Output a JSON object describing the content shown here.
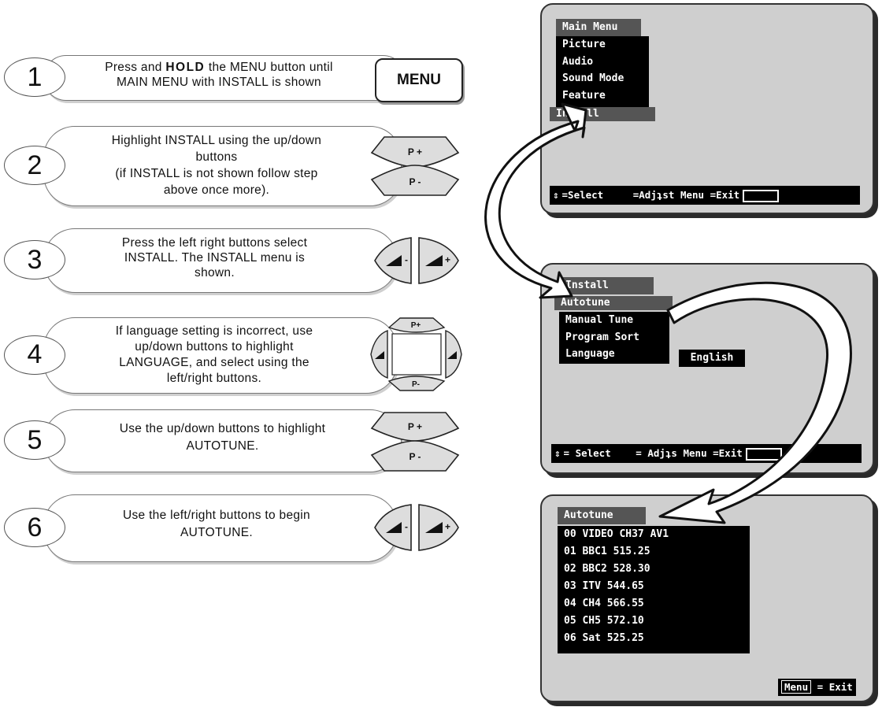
{
  "steps": [
    {
      "number": "1",
      "text_a": "Press and ",
      "text_bold": "HOLD",
      "text_b": " the MENU button until",
      "text_c": "MAIN MENU with INSTALL is shown"
    },
    {
      "number": "2",
      "lines": [
        "Highlight INSTALL  using the up/down",
        "buttons",
        "(if INSTALL is not shown follow step",
        "above once more)."
      ]
    },
    {
      "number": "3",
      "lines": [
        "Press the left right buttons select",
        "INSTALL. The INSTALL menu  is",
        "shown."
      ]
    },
    {
      "number": "4",
      "lines": [
        "If language setting is incorrect, use",
        "up/down buttons to highlight",
        "LANGUAGE,  and select using the",
        "left/right buttons."
      ]
    },
    {
      "number": "5",
      "lines": [
        "Use the up/down buttons to highlight",
        "AUTOTUNE."
      ]
    },
    {
      "number": "6",
      "lines": [
        "Use the left/right buttons to begin",
        "AUTOTUNE."
      ]
    }
  ],
  "controls": {
    "menu_label": "MENU",
    "p_plus": "P +",
    "p_minus": "P -",
    "p_plus_small": "P+",
    "p_minus_small": "P-",
    "vol_minus": "-",
    "vol_plus": "+"
  },
  "screen1": {
    "title": "Main Menu",
    "items": [
      "Picture",
      "Audio",
      "Sound Mode",
      "Feature"
    ],
    "highlight": "Install",
    "bar_select": "=Select",
    "bar_rest": "=Adjʇst Menu =Exit"
  },
  "screen2": {
    "title": "Install",
    "highlight": "Autotune",
    "items": [
      "Manual Tune",
      "Program Sort",
      "Language"
    ],
    "language_value": "English",
    "bar_select": "= Select",
    "bar_rest": "= Adjʇs  Menu  =Exit"
  },
  "screen3": {
    "title": "Autotune",
    "channels": [
      "00 VIDEO CH37 AV1",
      "01 BBC1 515.25",
      "02 BBC2 528.30",
      "03 ITV 544.65",
      "04 CH4 566.55",
      "05 CH5 572.10",
      "06 Sat 525.25"
    ],
    "exit_key": "Menu",
    "exit_text": "= Exit"
  }
}
